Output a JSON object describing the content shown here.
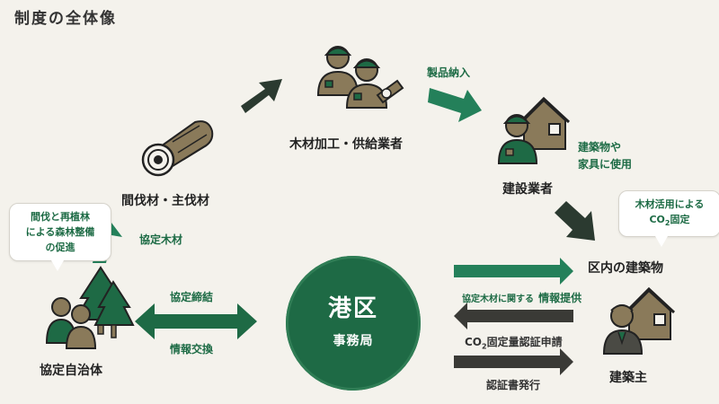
{
  "title": "制度の全体像",
  "nodes": {
    "lumber": "間伐材・主伐材",
    "processor": "木材加工・供給業者",
    "builder": "建設業者",
    "building": "区内の建築物",
    "owner": "建築主",
    "municipality": "協定自治体",
    "office_title": "港区",
    "office_sub": "事務局"
  },
  "flows": {
    "certified_wood": "協定木材",
    "product_delivery": "製品納入",
    "use_line1": "建築物や",
    "use_line2": "家具に使用",
    "agreement": "協定締結",
    "info_exchange": "情報交換",
    "info_provide_small": "協定木材に関する",
    "info_provide": "情報提供",
    "co2_apply": "固定量認証申請",
    "certificate": "認証書発行"
  },
  "bubbles": {
    "forest_line1": "間伐と再植林",
    "forest_line2": "による森林整備",
    "forest_line3": "の促進",
    "co2_line1": "木材活用による",
    "co2_line2": "固定"
  },
  "colors": {
    "green_dark": "#1e6a45",
    "green_arrow": "#24805a",
    "dark_arrow": "#3a3a36",
    "figure_tan": "#8a7a5a"
  }
}
